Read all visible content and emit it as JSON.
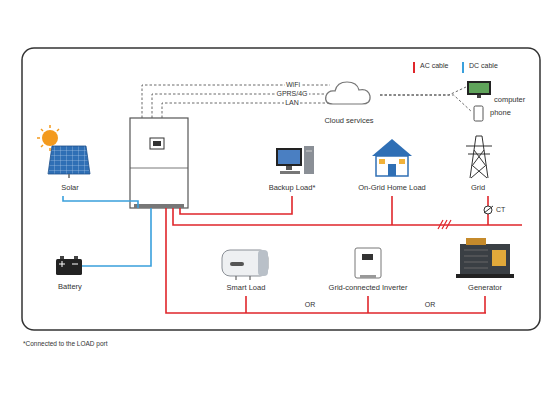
{
  "diagram": {
    "caption": "*Connected to the LOAD port",
    "nodes": [
      {
        "text": [
          "Cloud services"
        ]
      },
      {
        "text": [
          "computer"
        ]
      },
      {
        "text": [
          "phone"
        ]
      },
      {
        "text": [
          "Solar"
        ]
      },
      {
        "text": [
          "Backup Load*"
        ]
      },
      {
        "text": [
          "On-Grid Home Load"
        ]
      },
      {
        "text": [
          "Grid"
        ]
      },
      {
        "text": [
          "Battery"
        ]
      },
      {
        "text": [
          "Smart Load"
        ]
      },
      {
        "text": [
          "Grid-connected Inverter"
        ]
      },
      {
        "text": [
          "Generator"
        ]
      }
    ],
    "edges": [
      {
        "from": 0,
        "to": 1,
        "arrow": "none"
      },
      {
        "from": 0,
        "to": 2,
        "arrow": "none"
      }
    ],
    "labels": [
      "WiFi",
      "GPRS/4G",
      "LAN",
      "CT",
      "OR",
      "OR"
    ],
    "legend": [
      {
        "text": "AC cable"
      },
      {
        "text": "DC cable"
      }
    ]
  }
}
